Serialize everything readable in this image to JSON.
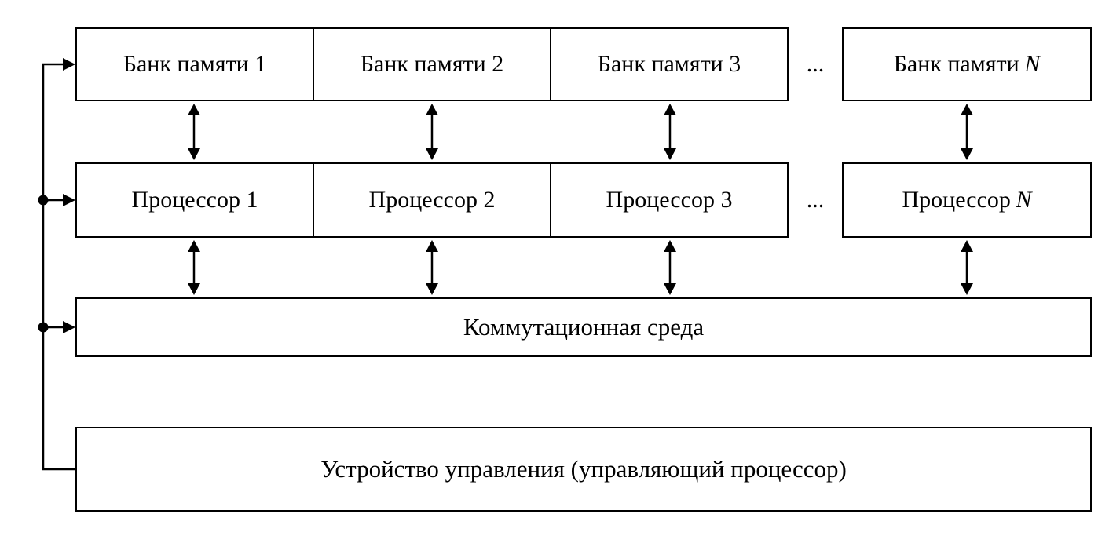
{
  "banks": {
    "cells": [
      "Банк памяти 1",
      "Банк памяти 2",
      "Банк памяти 3"
    ],
    "ellipsis": "...",
    "nth_prefix": "Банк памяти",
    "nth_var": "N"
  },
  "processors": {
    "cells": [
      "Процессор 1",
      "Процессор 2",
      "Процессор 3"
    ],
    "ellipsis": "...",
    "nth_prefix": "Процессор",
    "nth_var": "N"
  },
  "switch": {
    "label": "Коммутационная среда"
  },
  "control": {
    "label": "Устройство управления (управляющий процессор)"
  },
  "colors": {
    "line": "#000000",
    "background": "#ffffff"
  }
}
